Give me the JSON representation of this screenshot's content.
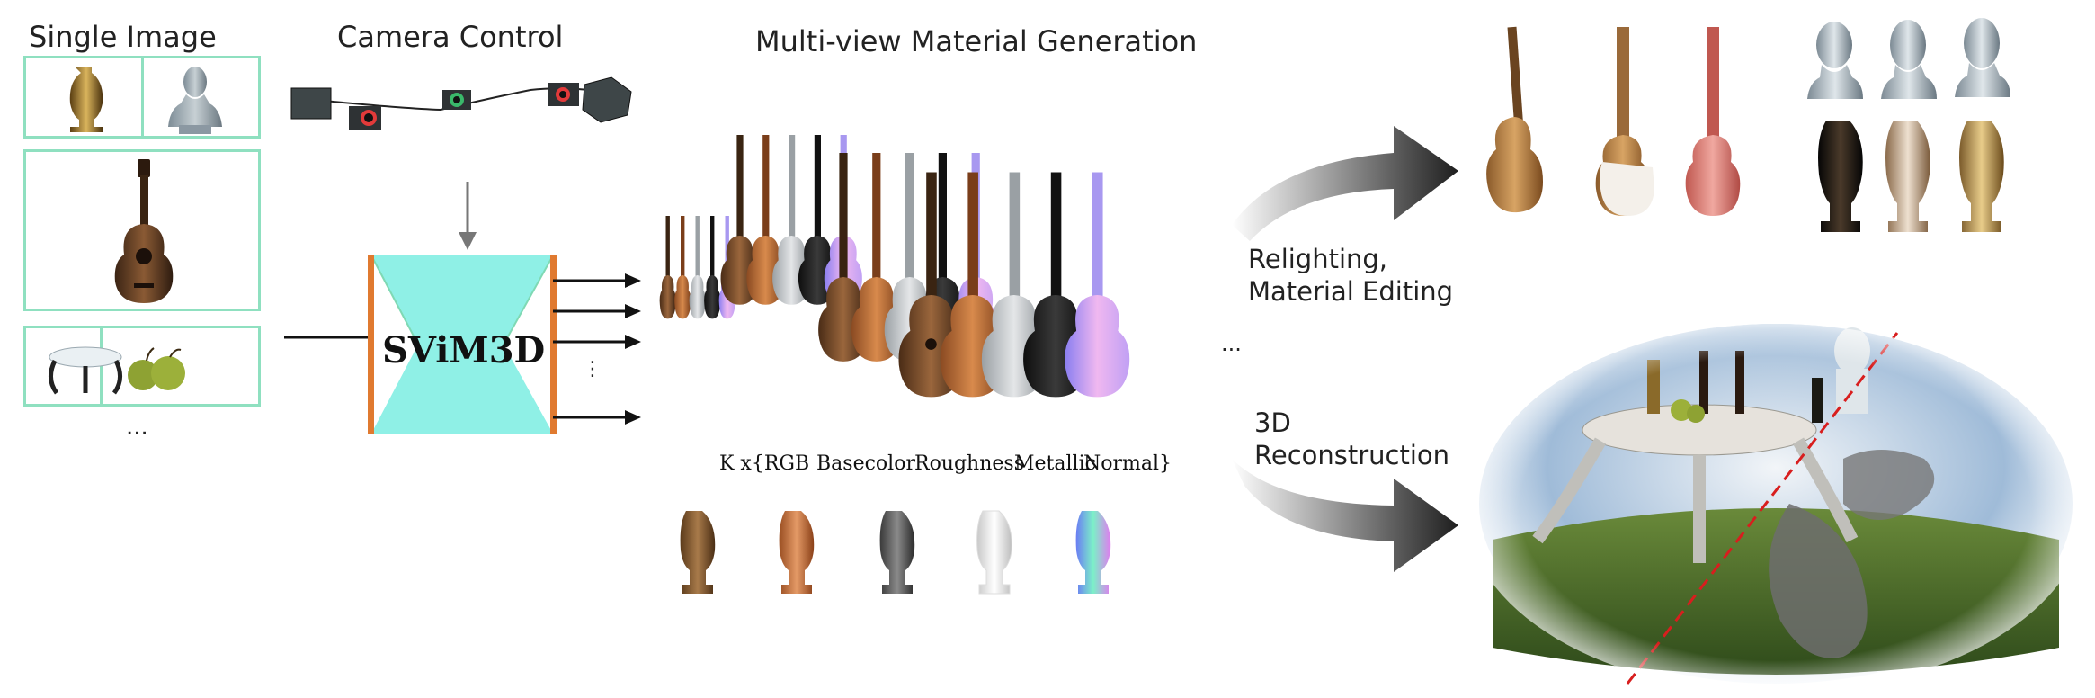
{
  "headings": {
    "single_image": "Single Image",
    "camera_control": "Camera Control",
    "multiview": "Multi-view Material Generation"
  },
  "model": {
    "name": "SViM3D"
  },
  "channels": {
    "prefix": "K x{RGB",
    "basecolor": "Basecolor",
    "roughness": "Roughness",
    "metallic": "Metallic",
    "normal": "Normal}"
  },
  "ellipsis": "...",
  "outputs": {
    "relighting_line1": "Relighting,",
    "relighting_line2": "Material Editing",
    "recon_line1": "3D",
    "recon_line2": "Reconstruction"
  },
  "colors": {
    "frame": "#8fe0c0",
    "model_fill": "#8ff0e6",
    "model_edge": "#e07a30",
    "reconstruction_split": "#d81e1e"
  }
}
